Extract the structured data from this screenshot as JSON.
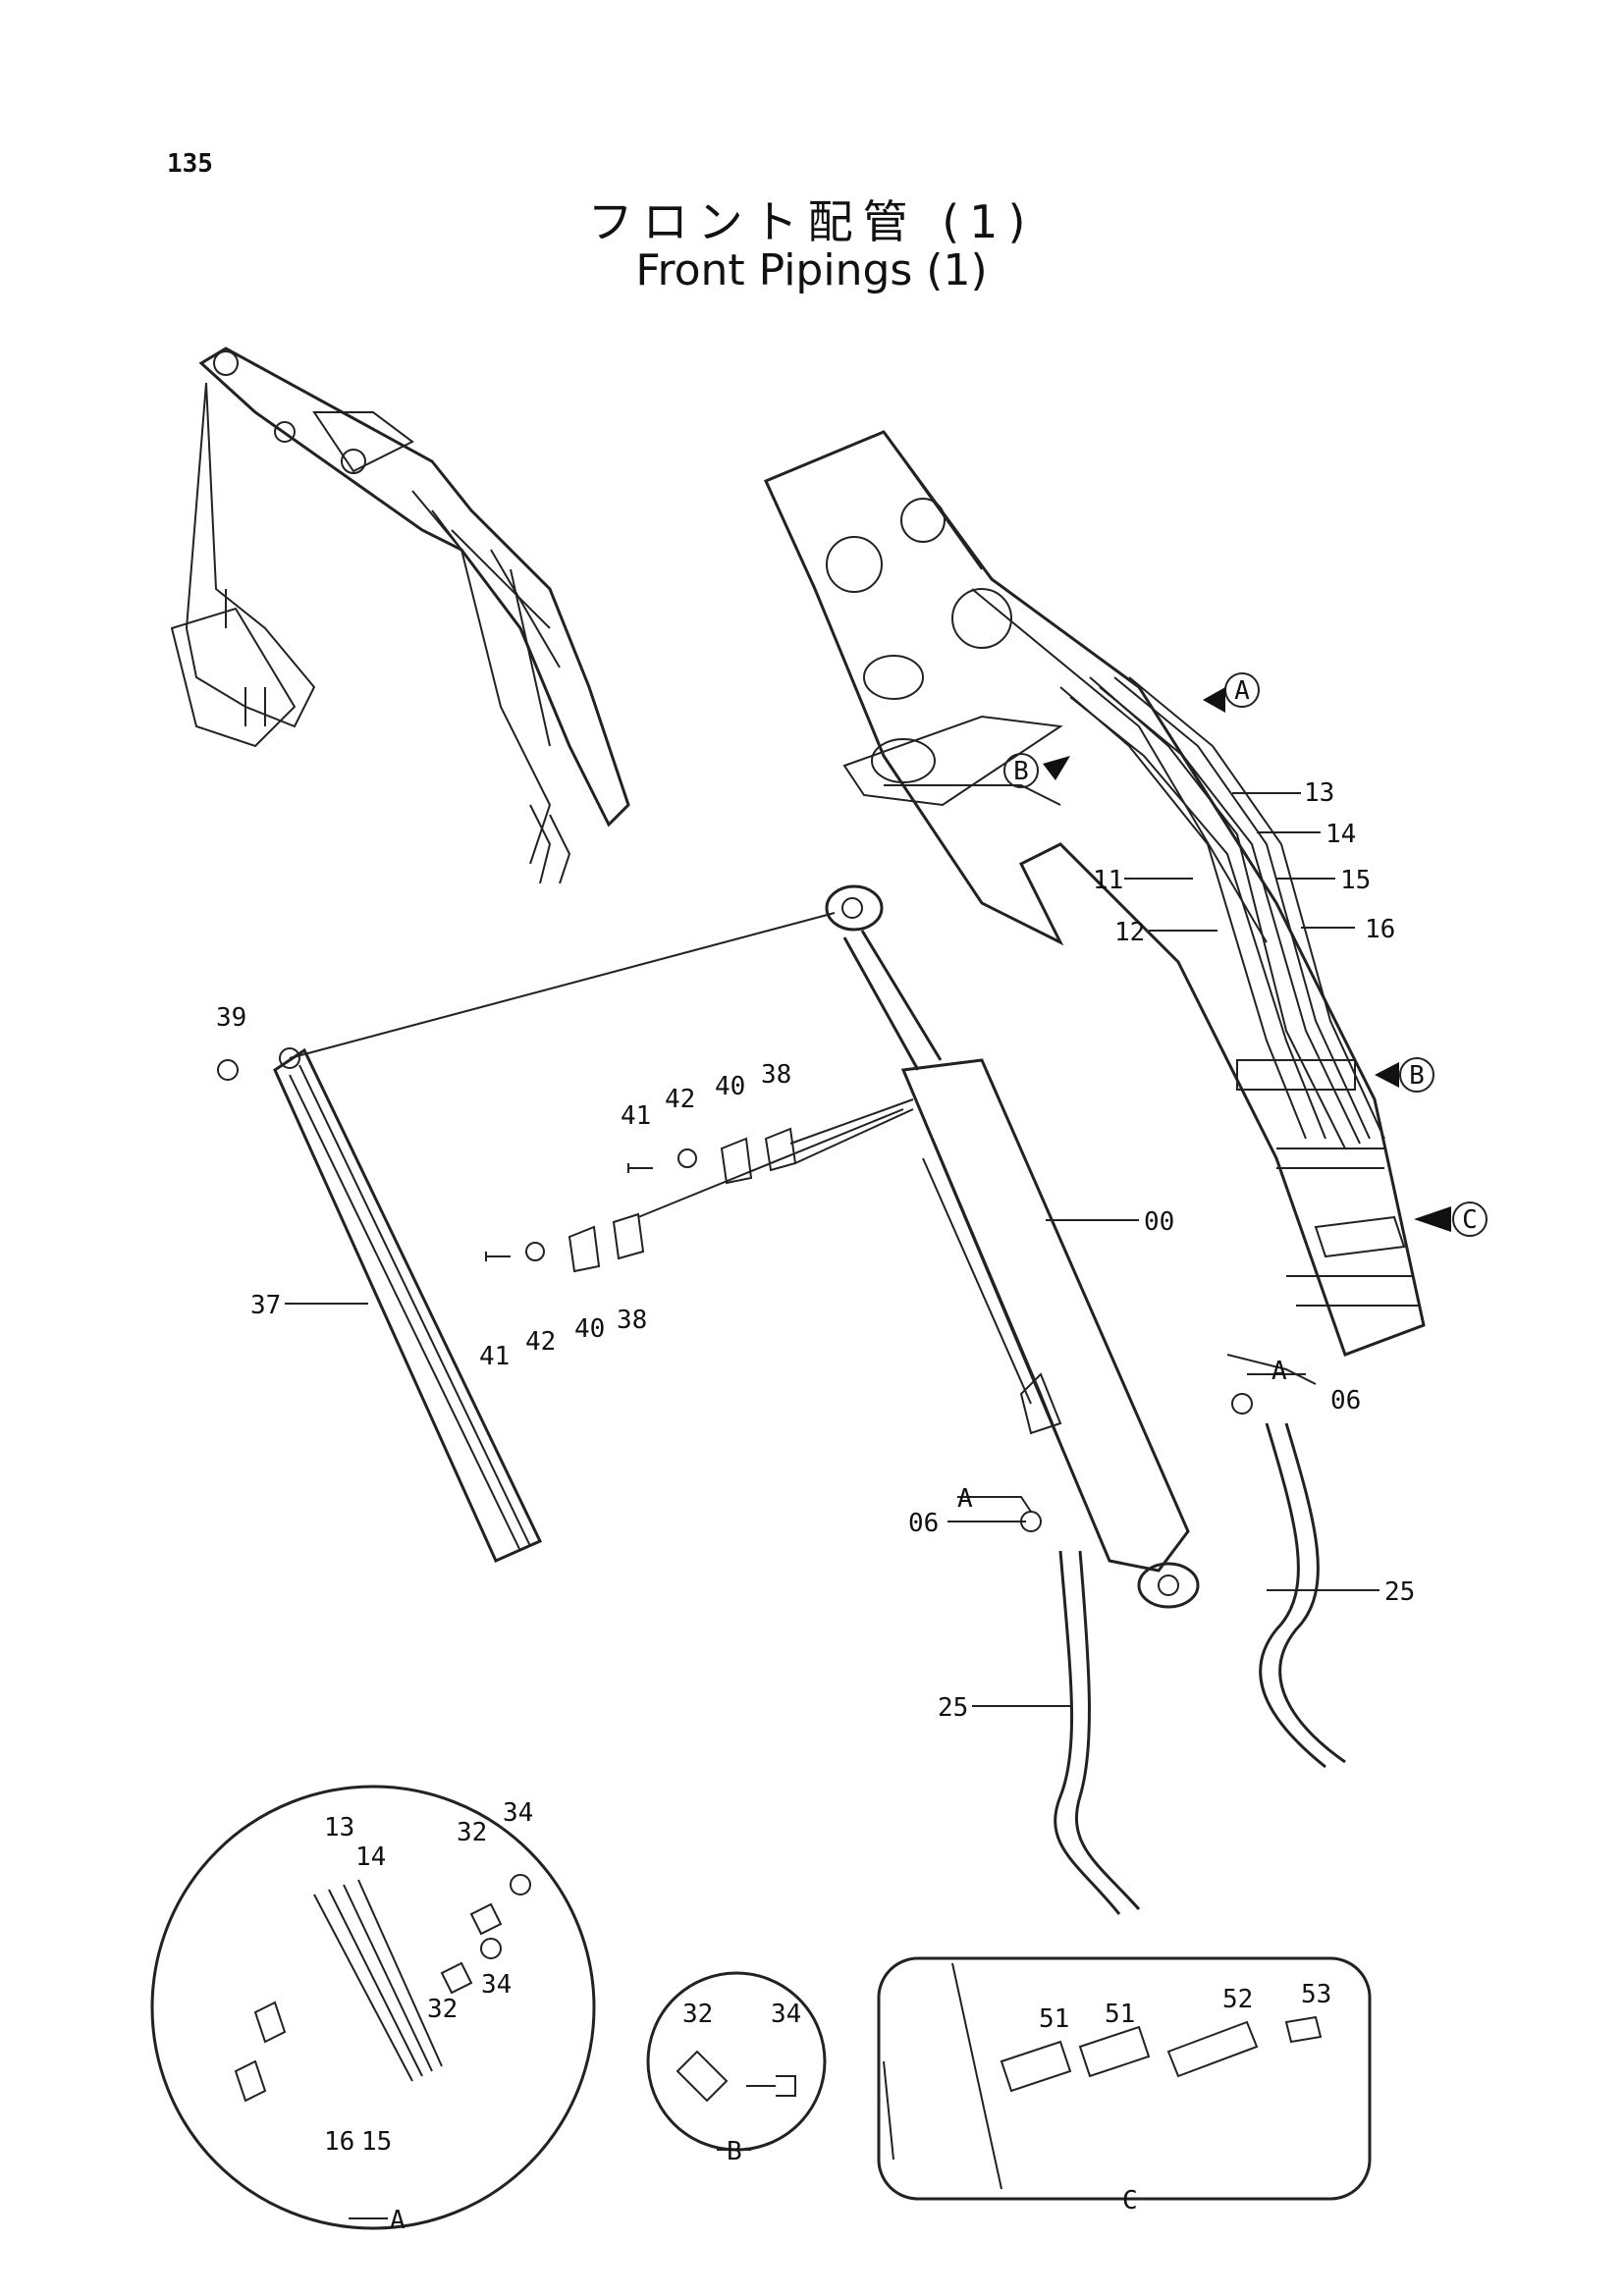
{
  "page_number": "135",
  "title_jp": "フロント配管 (1)",
  "title_en": "Front Pipings (1)",
  "view_markers": {
    "a": "A",
    "b": "B",
    "c": "C"
  },
  "callouts": {
    "p13": "13",
    "p14": "14",
    "p15": "15",
    "p16": "16",
    "p11": "11",
    "p12": "12",
    "p39": "39",
    "p37": "37",
    "p00": "00",
    "p41a": "41",
    "p42a": "42",
    "p40a": "40",
    "p38a": "38",
    "p41b": "41",
    "p42b": "42",
    "p40b": "40",
    "p38b": "38",
    "p06a": "06",
    "p06b": "06",
    "p25a": "25",
    "p25b": "25",
    "sub_a_13": "13",
    "sub_a_14": "14",
    "sub_a_32a": "32",
    "sub_a_34a": "34",
    "sub_a_32b": "32",
    "sub_a_34b": "34",
    "sub_a_16": "16",
    "sub_a_15": "15",
    "sub_b_32": "32",
    "sub_b_34": "34",
    "sub_c_51a": "51",
    "sub_c_51b": "51",
    "sub_c_52": "52",
    "sub_c_53": "53"
  }
}
